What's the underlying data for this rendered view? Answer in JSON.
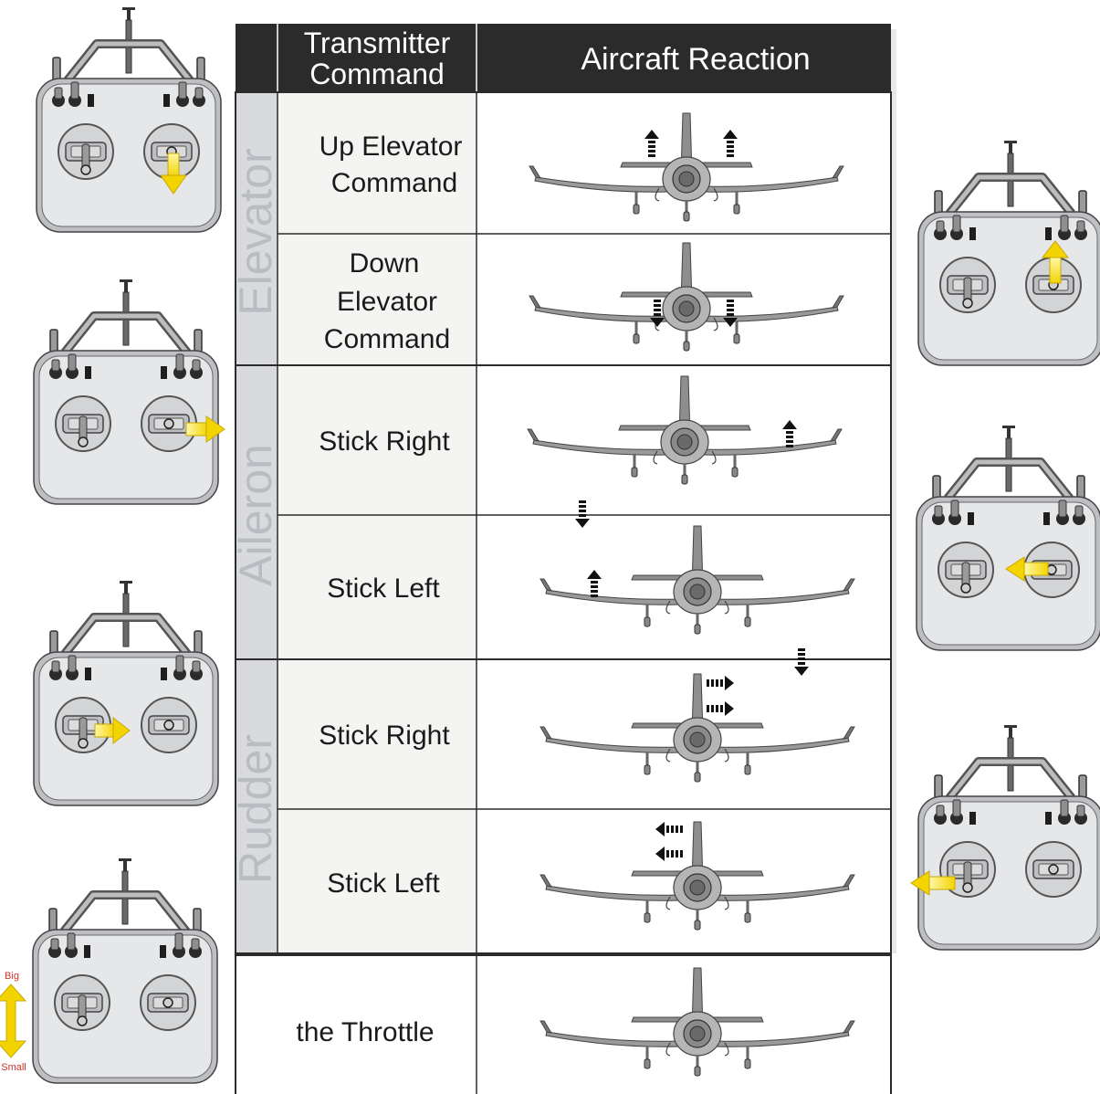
{
  "header": {
    "transmitter_command_line1": "Transmitter",
    "transmitter_command_line2": "Command",
    "aircraft_reaction": "Aircraft Reaction"
  },
  "groups": {
    "elevator": "Elevator",
    "aileron": "Aileron",
    "rudder": "Rudder"
  },
  "rows": {
    "up_elevator": {
      "lines": [
        "Up Elevator",
        "Command"
      ]
    },
    "down_elevator": {
      "lines": [
        "Down",
        "Elevator",
        "Command"
      ]
    },
    "aileron_right": {
      "lines": [
        "Stick Right"
      ]
    },
    "aileron_left": {
      "lines": [
        "Stick Left"
      ]
    },
    "rudder_right": {
      "lines": [
        "Stick Right"
      ]
    },
    "rudder_left": {
      "lines": [
        "Stick Left"
      ]
    },
    "throttle": {
      "lines": [
        "the Throttle"
      ]
    }
  },
  "throttle_indicator": {
    "big": "Big",
    "small": "Small"
  },
  "colors": {
    "header_bg": "#2b2b2b",
    "group_bg": "#d8dadd",
    "command_bg": "#f4f4f2",
    "transmitter_body": "#e6e7e9",
    "arrow_yellow": "#f5e11e",
    "label_red": "#d0342c"
  }
}
